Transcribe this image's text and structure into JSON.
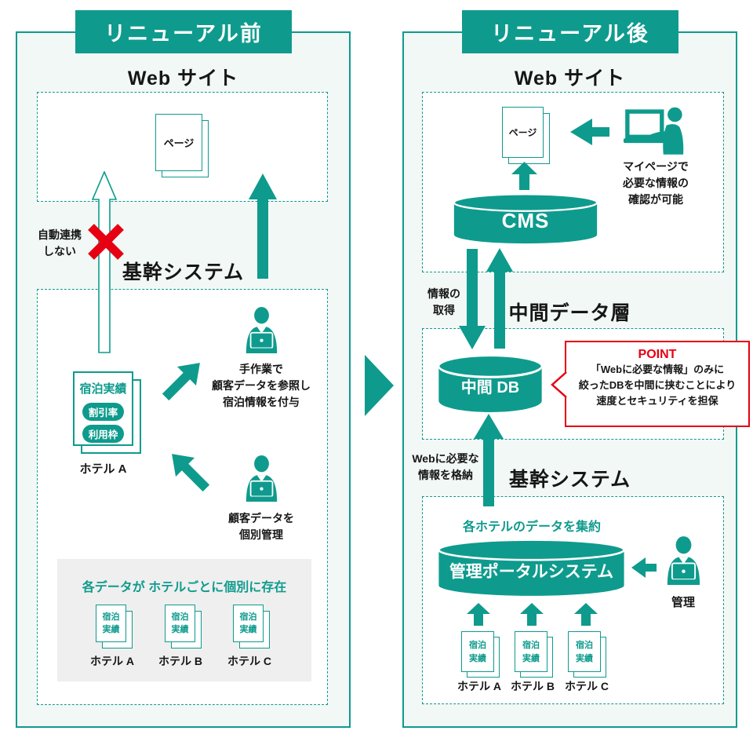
{
  "colors": {
    "teal": "#0e9b8d",
    "red": "#e60012",
    "panel_bg": "#f2f8f6",
    "box_gray": "#efefef",
    "ink": "#161616"
  },
  "before": {
    "title": "リニューアル前",
    "web_label": "Web サイト",
    "page_label": "ページ",
    "no_auto_lines": [
      "自動連携",
      "しない"
    ],
    "core_label": "基幹システム",
    "stay_doc": {
      "title": "宿泊実績",
      "pills": [
        "割引率",
        "利用枠"
      ],
      "hotel": "ホテル A"
    },
    "manual_lines": [
      "手作業で",
      "顧客データを参照し",
      "宿泊情報を付与"
    ],
    "customer_lines": [
      "顧客データを",
      "個別管理"
    ],
    "gray_box": {
      "title": "各データが ホテルごとに個別に存在",
      "docs": [
        {
          "lines": [
            "宿泊",
            "実績"
          ],
          "hotel": "ホテル A"
        },
        {
          "lines": [
            "宿泊",
            "実績"
          ],
          "hotel": "ホテル B"
        },
        {
          "lines": [
            "宿泊",
            "実績"
          ],
          "hotel": "ホテル C"
        }
      ]
    }
  },
  "after": {
    "title": "リニューアル後",
    "web_label": "Web サイト",
    "page_label": "ページ",
    "mypage_lines": [
      "マイページで",
      "必要な情報の",
      "確認が可能"
    ],
    "cms_label": "CMS",
    "info_fetch_lines": [
      "情報の",
      "取得"
    ],
    "middle_layer_label": "中間データ層",
    "middle_db_label": "中間 DB",
    "point": {
      "title": "POINT",
      "lines": [
        "「Webに必要な情報」のみに",
        "絞ったDBを中間に挟むことにより",
        "速度とセキュリティを担保"
      ]
    },
    "store_lines": [
      "Webに必要な",
      "情報を格納"
    ],
    "core_label": "基幹システム",
    "aggregate_label": "各ホテルのデータを集約",
    "portal_label": "管理ポータルシステム",
    "admin_label": "管理",
    "docs": [
      {
        "lines": [
          "宿泊",
          "実績"
        ],
        "hotel": "ホテル A"
      },
      {
        "lines": [
          "宿泊",
          "実績"
        ],
        "hotel": "ホテル B"
      },
      {
        "lines": [
          "宿泊",
          "実績"
        ],
        "hotel": "ホテル C"
      }
    ]
  }
}
